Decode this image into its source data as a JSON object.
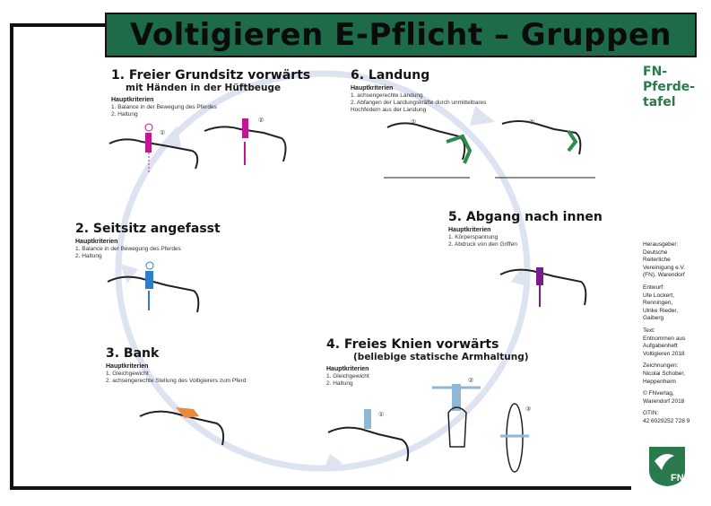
{
  "title": "Voltigieren E-Pflicht – Gruppen",
  "sidebar": {
    "heading": [
      "FN-",
      "Pferde-",
      "tafel"
    ],
    "credits": [
      "Herausgeber:\nDeutsche\nReiterliche\nVereinigung e.V.\n(FN), Warendorf",
      "Entwurf:\nUte Lockert,\nRenningen,\nUlrike Rieder,\nGaiberg",
      "Text:\nEntnommen aus\nAufgabenheft\nVoltigieren 2018",
      "Zeichnungen:\nNicolai Schober,\nHeppenheim",
      "© FNverlag,\nWarendorf 2018",
      "GTIN:\n42 6029252 728 9"
    ],
    "logo_text": "FN"
  },
  "sections": [
    {
      "title": "1. Freier Grundsitz vorwärts",
      "subtitle": "mit Händen in der Hüftbeuge",
      "hk": "Hauptkriterien",
      "criteria": [
        "1. Balance in der Bewegung des Pferdes",
        "2. Haltung"
      ]
    },
    {
      "title": "6. Landung",
      "subtitle": "",
      "hk": "Hauptkriterien",
      "criteria": [
        "1. achsengerechte Landung",
        "2. Abfangen der Landungskräfte durch unmittelbares",
        "    Hochfedern aus der Landung"
      ]
    },
    {
      "title": "2. Seitsitz angefasst",
      "subtitle": "",
      "hk": "Hauptkriterien",
      "criteria": [
        "1. Balance in der Bewegung des Pferdes",
        "2. Haltung"
      ]
    },
    {
      "title": "5. Abgang nach innen",
      "subtitle": "",
      "hk": "Hauptkriterien",
      "criteria": [
        "1. Körperspannung",
        "2. Abdruck von den Griffen"
      ]
    },
    {
      "title": "3. Bank",
      "subtitle": "",
      "hk": "Hauptkriterien",
      "criteria": [
        "1. Gleichgewicht",
        "2. achsengerechte Stellung des Voltigierers zum Pferd"
      ]
    },
    {
      "title": "4. Freies Knien vorwärts",
      "subtitle": "(beliebige statische Armhaltung)",
      "hk": "Hauptkriterien",
      "criteria": [
        "1. Gleichgewicht",
        "2. Haltung"
      ]
    }
  ],
  "figure_numbers": [
    "①",
    "②",
    "③"
  ],
  "colors": {
    "title_bg": "#1e6b4a",
    "fn_green": "#2a7a4e",
    "pose1": "#c2188f",
    "pose6": "#2e8b4f",
    "pose2": "#2f7fc8",
    "pose5": "#7a1c8c",
    "pose3": "#e88a3c",
    "pose4": "#8fb7d8"
  }
}
